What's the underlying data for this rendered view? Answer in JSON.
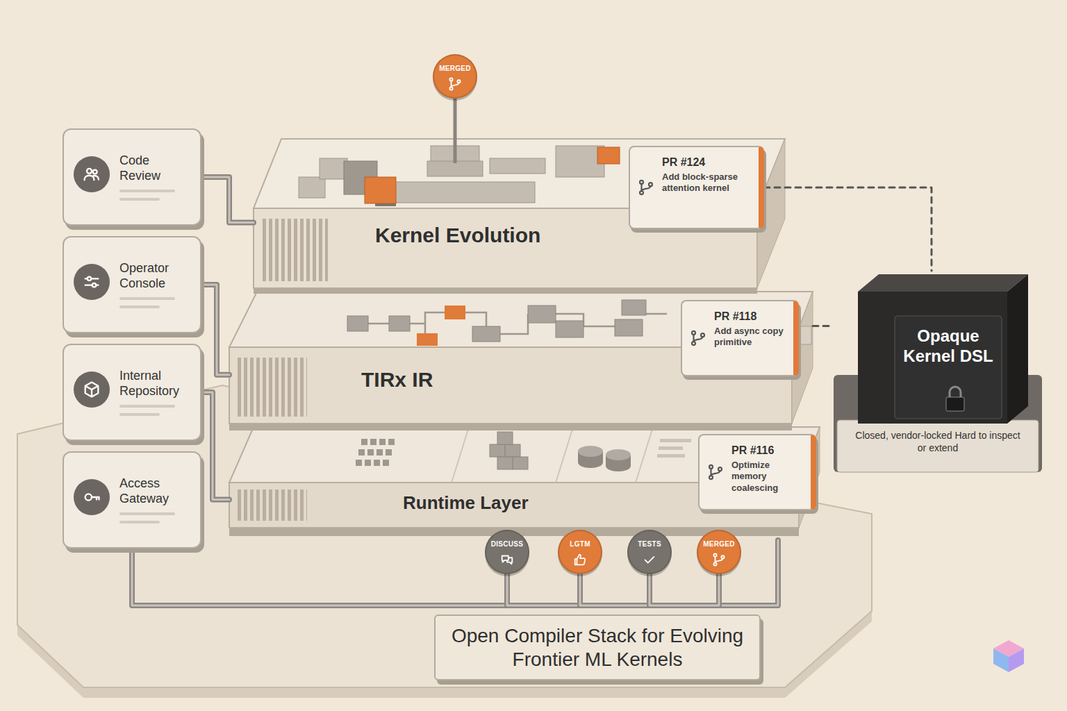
{
  "diagram": {
    "title": "Open Compiler Stack for Evolving Frontier ML Kernels",
    "nodes": [
      {
        "text": [
          "MERGED"
        ]
      },
      {
        "text": [
          "Code Review"
        ]
      },
      {
        "text": [
          "Operator Console"
        ]
      },
      {
        "text": [
          "Internal Repository"
        ]
      },
      {
        "text": [
          "Access Gateway"
        ]
      },
      {
        "text": [
          "Kernel Evolution"
        ]
      },
      {
        "text": [
          "PR #124",
          "Add block-sparse attention kernel"
        ],
        "in": 5
      },
      {
        "text": [
          "TIRx IR"
        ]
      },
      {
        "text": [
          "PR #118",
          "Add async copy primitive"
        ],
        "in": 7
      },
      {
        "text": [
          "Runtime Layer"
        ]
      },
      {
        "text": [
          "PR #116",
          "Optimize memory coalescing"
        ],
        "in": 9
      },
      {
        "text": [
          "Opaque Kernel DSL",
          "Closed, vendor-locked Hard to inspect or extend"
        ]
      },
      {
        "text": [
          "DISCUSS"
        ]
      },
      {
        "text": [
          "LGTM"
        ]
      },
      {
        "text": [
          "TESTS"
        ]
      },
      {
        "text": [
          "MERGED"
        ]
      }
    ],
    "edges": [
      {
        "from": 1,
        "to": 5,
        "arrow": "none"
      },
      {
        "from": 2,
        "to": 7,
        "arrow": "none"
      },
      {
        "from": 3,
        "to": 9,
        "arrow": "none"
      },
      {
        "from": 4,
        "to": 12,
        "arrow": "none"
      },
      {
        "from": 12,
        "to": 13,
        "arrow": "none"
      },
      {
        "from": 13,
        "to": 14,
        "arrow": "none"
      },
      {
        "from": 14,
        "to": 15,
        "arrow": "none"
      },
      {
        "from": 6,
        "to": 11,
        "arrow": "none"
      },
      {
        "from": 7,
        "to": 11,
        "arrow": "none"
      }
    ]
  }
}
